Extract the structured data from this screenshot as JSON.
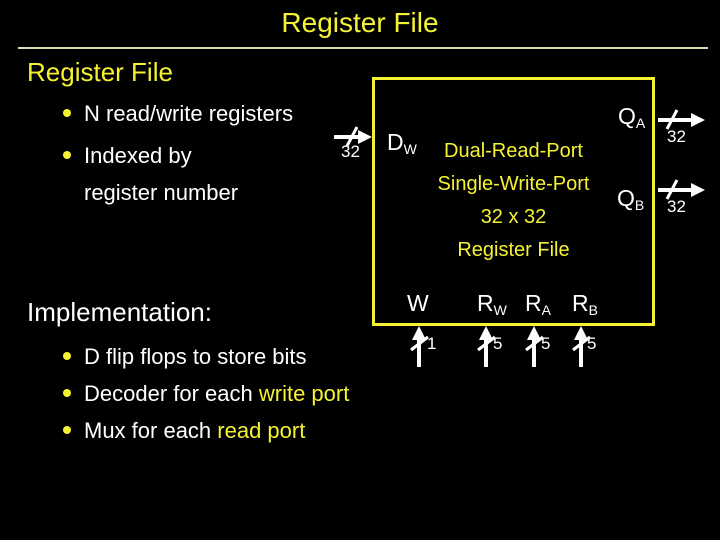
{
  "slide": {
    "title": "Register File",
    "section": {
      "heading": "Register File",
      "bullets": [
        "N read/write registers",
        "Indexed by register number"
      ]
    },
    "implementation": {
      "heading": "Implementation:",
      "bullets": [
        {
          "prefix": "D flip flops to store bits",
          "highlight": ""
        },
        {
          "prefix": "Decoder for each ",
          "highlight": "write port"
        },
        {
          "prefix": "Mux for each ",
          "highlight": "read port"
        }
      ]
    },
    "diagram": {
      "box_lines": {
        "line1": "Dual-Read-Port",
        "line2": "Single-Write-Port",
        "line3": "32 x 32",
        "line4": "Register File"
      },
      "data_in": {
        "base": "D",
        "sub": "W"
      },
      "out_a": {
        "base": "Q",
        "sub": "A"
      },
      "out_b": {
        "base": "Q",
        "sub": "B"
      },
      "ports": [
        {
          "base": "W",
          "sub": ""
        },
        {
          "base": "R",
          "sub": "W"
        },
        {
          "base": "R",
          "sub": "A"
        },
        {
          "base": "R",
          "sub": "B"
        }
      ],
      "bus_widths": {
        "data_in": "32",
        "out_a": "32",
        "out_b": "32",
        "write_enable": "1",
        "write_addr": "5",
        "read_addr_a": "5",
        "read_addr_b": "5"
      }
    },
    "colors": {
      "background": "#000000",
      "accent_yellow": "#f5f233",
      "text_white": "#ffffff",
      "divider": "#dcdbb4"
    }
  }
}
